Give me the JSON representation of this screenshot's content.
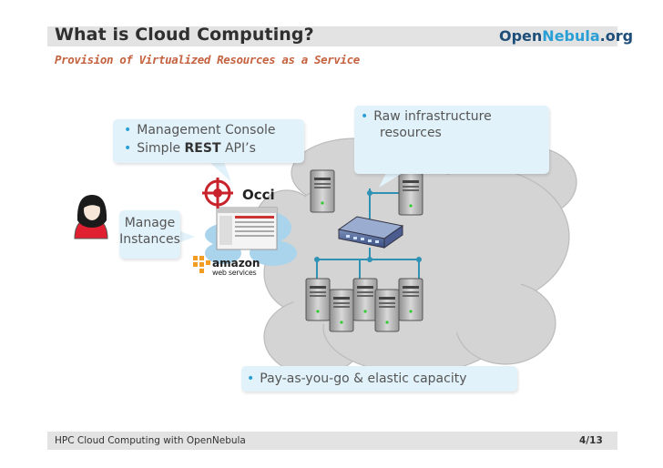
{
  "slide": {
    "title": "What is Cloud Computing?",
    "subtitle": "Provision of Virtualized Resources as a Service",
    "logo": {
      "open": "Open",
      "nebula": "Nebula",
      "org": ".org"
    },
    "bubble_management": {
      "line1": "Management Console",
      "line2_prefix": "Simple ",
      "line2_bold": "REST",
      "line2_suffix": " API’s"
    },
    "bubble_manage": {
      "line1": "Manage",
      "line2": "Instances"
    },
    "bubble_raw": {
      "line1": "Raw infrastructure",
      "line2": "resources"
    },
    "bubble_payg": {
      "line1": "Pay-as-you-go & elastic capacity"
    },
    "logos_text": {
      "occi": "Occi",
      "amazon": "amazon",
      "aws": "web services"
    },
    "footer": {
      "left": "HPC Cloud Computing with OpenNebula",
      "right": "4/13"
    }
  },
  "colors": {
    "accent_blue": "#2a9fd6",
    "logo_dark": "#1f4e78",
    "subtitle": "#c4623f",
    "bubble": "#e2f2fa",
    "band": "#e3e3e3",
    "cloud": "#d4d4d4",
    "network": "#2f91b4",
    "person_red": "#e02030"
  },
  "icons": [
    "user-icon",
    "server-icon",
    "network-switch-icon",
    "occi-logo",
    "amazon-web-services-logo",
    "web-console-screenshot"
  ]
}
